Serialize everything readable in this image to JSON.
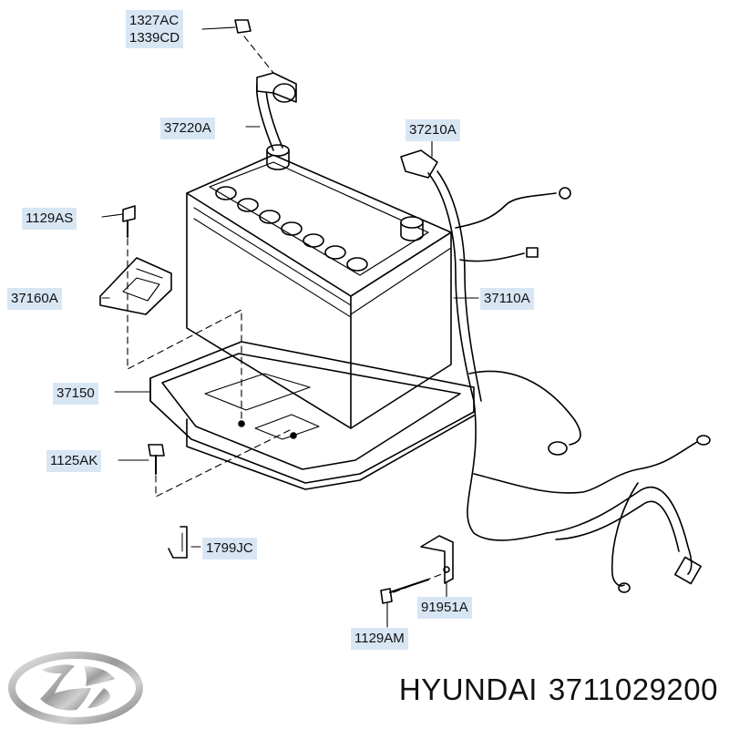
{
  "labels": {
    "l1327ac": "1327AC",
    "l1339cd": "1339CD",
    "l37220a": "37220A",
    "l37210a": "37210A",
    "l1129as": "1129AS",
    "l37160a": "37160A",
    "l37110a": "37110A",
    "l37150": "37150",
    "l1125ak": "1125AK",
    "l1799jc": "1799JC",
    "l91951a": "91951A",
    "l1129am": "1129AM"
  },
  "caption": {
    "brand": "HYUNDAI",
    "part_number": "3711029200"
  },
  "colors": {
    "label_bg": "#d8e6f4",
    "line": "#000000",
    "logo": "#a0a0a0"
  },
  "icons": {
    "logo": "hyundai-logo-icon"
  }
}
